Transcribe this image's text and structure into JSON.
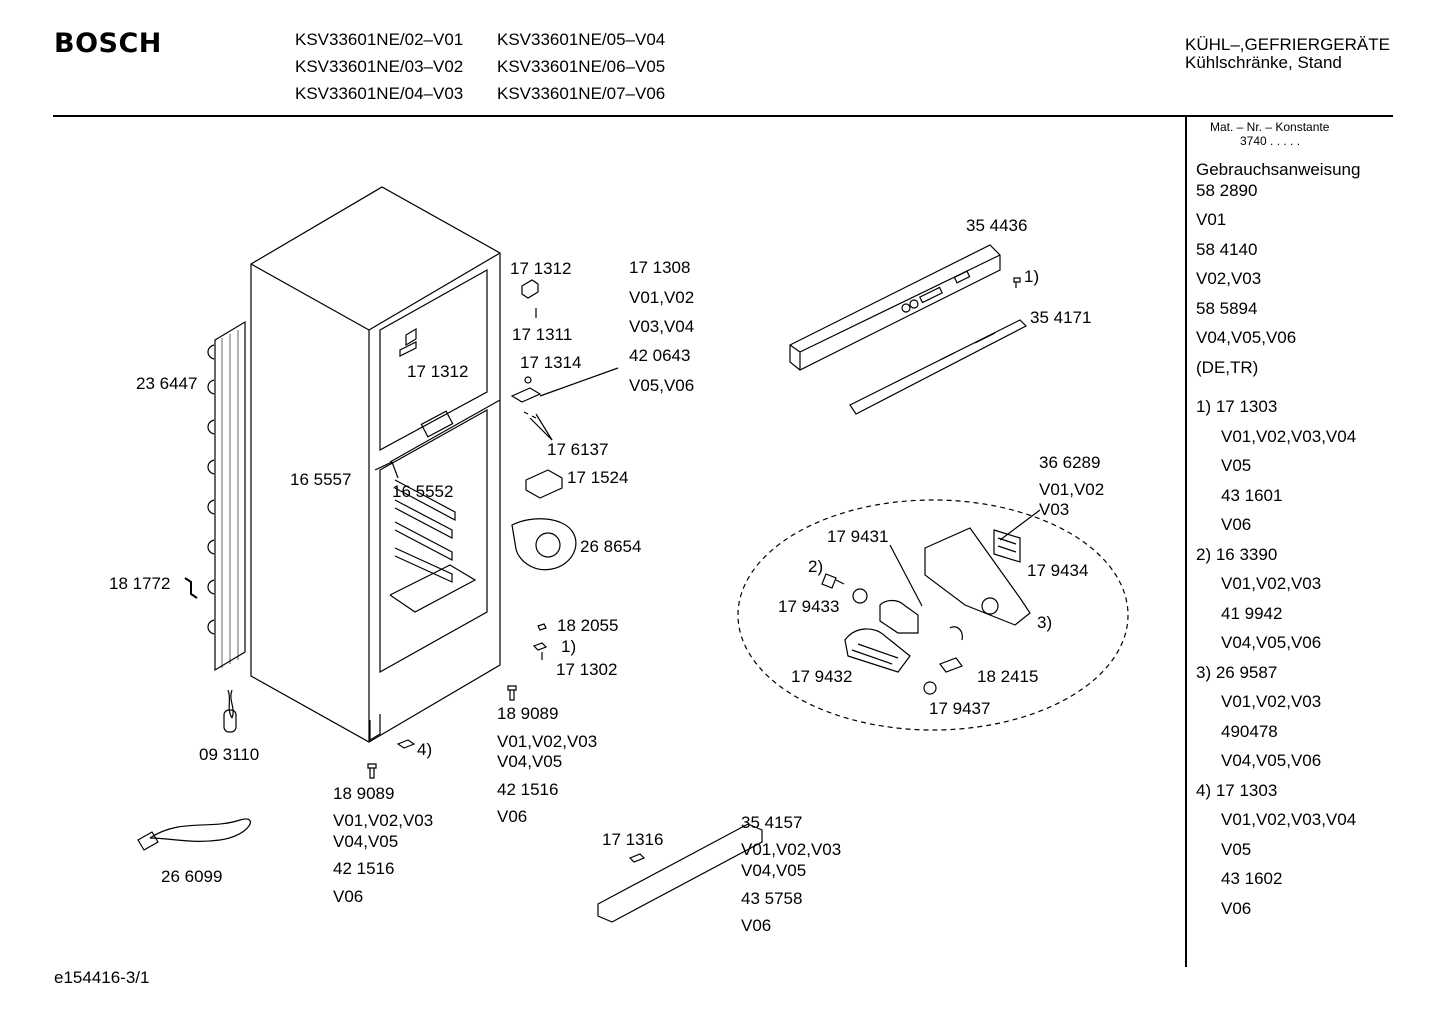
{
  "header": {
    "brand": "BOSCH",
    "models": [
      "KSV33601NE/02–V01",
      "KSV33601NE/05–V04",
      "KSV33601NE/03–V02",
      "KSV33601NE/06–V05",
      "KSV33601NE/04–V03",
      "KSV33601NE/07–V06"
    ],
    "category_line1": "KÜHL–,GEFRIERGERÄTE",
    "category_line2": "Kühlschränke, Stand"
  },
  "sidebar": {
    "mat_title": "Mat. – Nr. – Konstante",
    "mat_value": "3740  .   .   .  .  .",
    "rows": [
      "Gebrauchsanweisung",
      "58 2890",
      "V01",
      "58 4140",
      "V02,V03",
      "58 5894",
      "V04,V05,V06",
      "(DE,TR)",
      "1) 17 1303",
      "V01,V02,V03,V04",
      "V05",
      "43 1601",
      "V06",
      "2) 16 3390",
      "V01,V02,V03",
      "41 9942",
      "V04,V05,V06",
      "3) 26 9587",
      "V01,V02,V03",
      "490478",
      "V04,V05,V06",
      "4) 17 1303",
      "V01,V02,V03,V04",
      "V05",
      "43 1602",
      "V06"
    ]
  },
  "labels": {
    "p236447": "23 6447",
    "p181772": "18 1772",
    "p093110": "09 3110",
    "p266099": "26 6099",
    "p171312a": "17 1312",
    "p171311": "17 1311",
    "p171312b": "17 1312",
    "p171314": "17 1314",
    "p171308": "17 1308",
    "v01v02a": "V01,V02",
    "v03v04": "V03,V04",
    "p420643": "42 0643",
    "v05v06": "V05,V06",
    "p176137": "17 6137",
    "p165557": "16 5557",
    "p165552": "16 5552",
    "p171524": "17 1524",
    "p268654": "26 8654",
    "p182055": "18 2055",
    "n1a": "1)",
    "p171302": "17 1302",
    "p189089a": "18 9089",
    "v010203a": "V01,V02,V03",
    "v0405a": "V04,V05",
    "p421516a": "42 1516",
    "v06a": "V06",
    "n4": "4)",
    "p189089b": "18 9089",
    "v010203b": "V01,V02,V03",
    "v0405b": "V04,V05",
    "p421516b": "42 1516",
    "v06b": "V06",
    "p171316": "17 1316",
    "p354157": "35 4157",
    "v010203c": "V01,V02,V03",
    "v0405c": "V04,V05",
    "p435758": "43 5758",
    "v06c": "V06",
    "p354436": "35 4436",
    "n1b": "1)",
    "p354171": "35 4171",
    "p366289": "36 6289",
    "v01v02b": "V01,V02",
    "v03": "V03",
    "p179431": "17 9431",
    "n2": "2)",
    "p179433": "17 9433",
    "p179434": "17 9434",
    "n3": "3)",
    "p179432": "17 9432",
    "p182415": "18 2415",
    "p179437": "17 9437"
  },
  "footer": {
    "doc_id": "e154416-3/1"
  }
}
